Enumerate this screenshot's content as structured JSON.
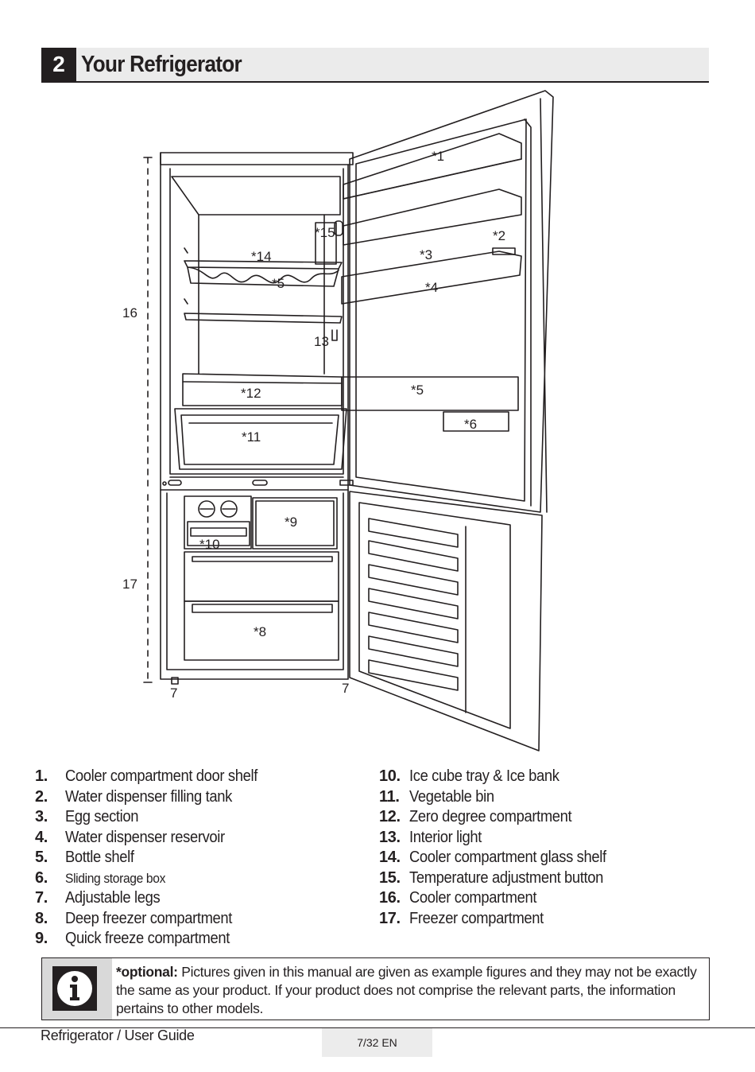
{
  "header": {
    "section_number": "2",
    "title": "Your Refrigerator"
  },
  "diagram_labels": {
    "l1": "*1",
    "l2": "*2",
    "l3": "*3",
    "l4": "*4",
    "l5_door": "*5",
    "l5_shelf": "*5",
    "l6": "*6",
    "l7_left": "7",
    "l7_right": "7",
    "l8": "*8",
    "l9": "*9",
    "l10": "*10",
    "l11": "*11",
    "l12": "*12",
    "l13": "13",
    "l14": "*14",
    "l15": "*15",
    "l16": "16",
    "l17": "17"
  },
  "parts_left": [
    {
      "num": "1.",
      "label": "Cooler compartment door shelf"
    },
    {
      "num": "2.",
      "label": "Water dispenser filling tank"
    },
    {
      "num": "3.",
      "label": "Egg section"
    },
    {
      "num": "4.",
      "label": "Water dispenser reservoir"
    },
    {
      "num": "5.",
      "label": "Bottle shelf"
    },
    {
      "num": "6.",
      "label": "Sliding storage box"
    },
    {
      "num": "7.",
      "label": "Adjustable legs"
    },
    {
      "num": "8.",
      "label": "Deep freezer compartment"
    },
    {
      "num": "9.",
      "label": "Quick freeze compartment"
    }
  ],
  "parts_right": [
    {
      "num": "10.",
      "label": "Ice cube tray & Ice bank"
    },
    {
      "num": "11.",
      "label": "Vegetable bin"
    },
    {
      "num": "12.",
      "label": "Zero degree compartment"
    },
    {
      "num": "13.",
      "label": "Interior light"
    },
    {
      "num": "14.",
      "label": "Cooler compartment glass shelf"
    },
    {
      "num": "15.",
      "label": "Temperature adjustment button"
    },
    {
      "num": "16.",
      "label": "Cooler compartment"
    },
    {
      "num": "17.",
      "label": "Freezer compartment"
    }
  ],
  "note": {
    "icon": "info-icon",
    "bold": "*optional:",
    "text": " Pictures given in this manual are given as example figures and they may not be exactly the same as your product. If your product does not comprise the relevant parts, the information pertains to other models."
  },
  "footer": {
    "left": "Refrigerator / User Guide",
    "page": "7/32 EN"
  }
}
